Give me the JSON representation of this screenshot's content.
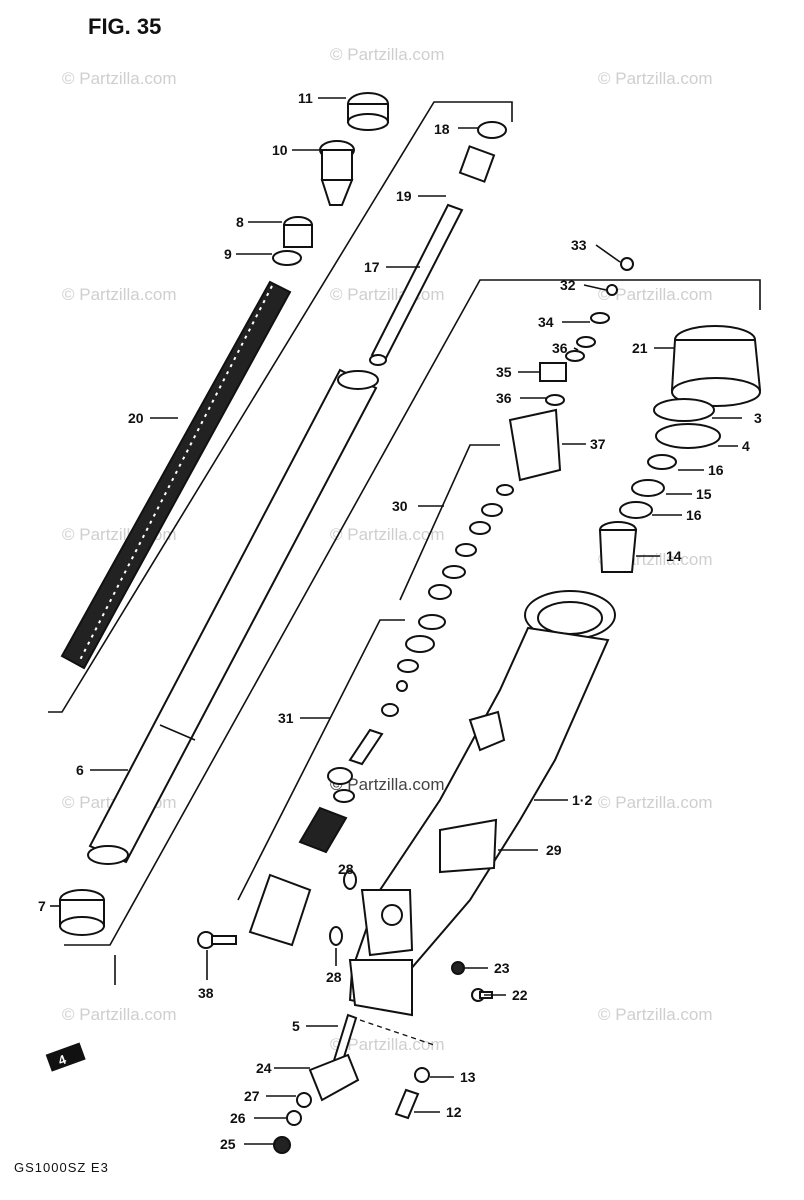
{
  "figure": {
    "title": "FIG. 35",
    "footer": "GS1000SZ E3",
    "corner_mark": "4"
  },
  "watermark": {
    "text": "© Partzilla.com",
    "center_text": "© Partzilla.com"
  },
  "callouts": [
    "11",
    "10",
    "8",
    "9",
    "18",
    "19",
    "17",
    "20",
    "33",
    "32",
    "21",
    "34",
    "36",
    "35",
    "36",
    "3",
    "37",
    "4",
    "16",
    "30",
    "15",
    "16",
    "14",
    "31",
    "1·2",
    "6",
    "29",
    "28",
    "7",
    "28",
    "38",
    "23",
    "22",
    "5",
    "24",
    "13",
    "27",
    "12",
    "26",
    "25"
  ]
}
